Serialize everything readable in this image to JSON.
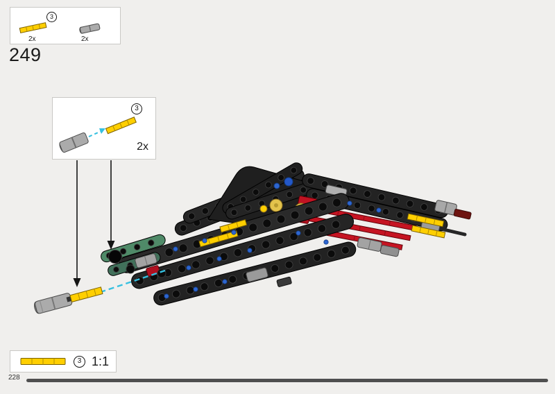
{
  "page": {
    "step_number": "249",
    "page_number": "228"
  },
  "parts_box": {
    "items": [
      {
        "id": "3",
        "qty": "2x",
        "icon": "yellow-axle-icon"
      },
      {
        "qty": "2x",
        "icon": "gray-axle-connector-icon"
      }
    ]
  },
  "subassembly_box": {
    "part_id": "3",
    "qty": "2x"
  },
  "scale_box": {
    "part_id": "3",
    "label": "1:1"
  },
  "colors": {
    "background": "#F0EFED",
    "yellow": "#FFCF00",
    "red": "#C51422",
    "dark": "#232323",
    "gray": "#A8A8A8",
    "green": "#4F8A68",
    "blue": "#2E66D0",
    "cyan": "#35C0E0"
  }
}
